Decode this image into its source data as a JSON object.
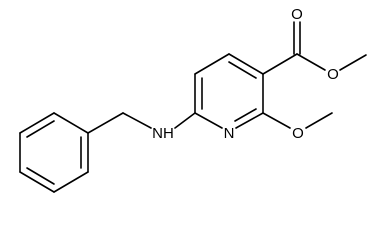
{
  "molecule": {
    "atoms": {
      "ring_nitrogen": "N",
      "amine_nh": "NH",
      "carbonyl_oxygen": "O",
      "ester_oxygen": "O",
      "methoxy_oxygen": "O"
    }
  },
  "colors": {
    "bond": "#000000",
    "label": "#000000",
    "background": "#ffffff"
  }
}
